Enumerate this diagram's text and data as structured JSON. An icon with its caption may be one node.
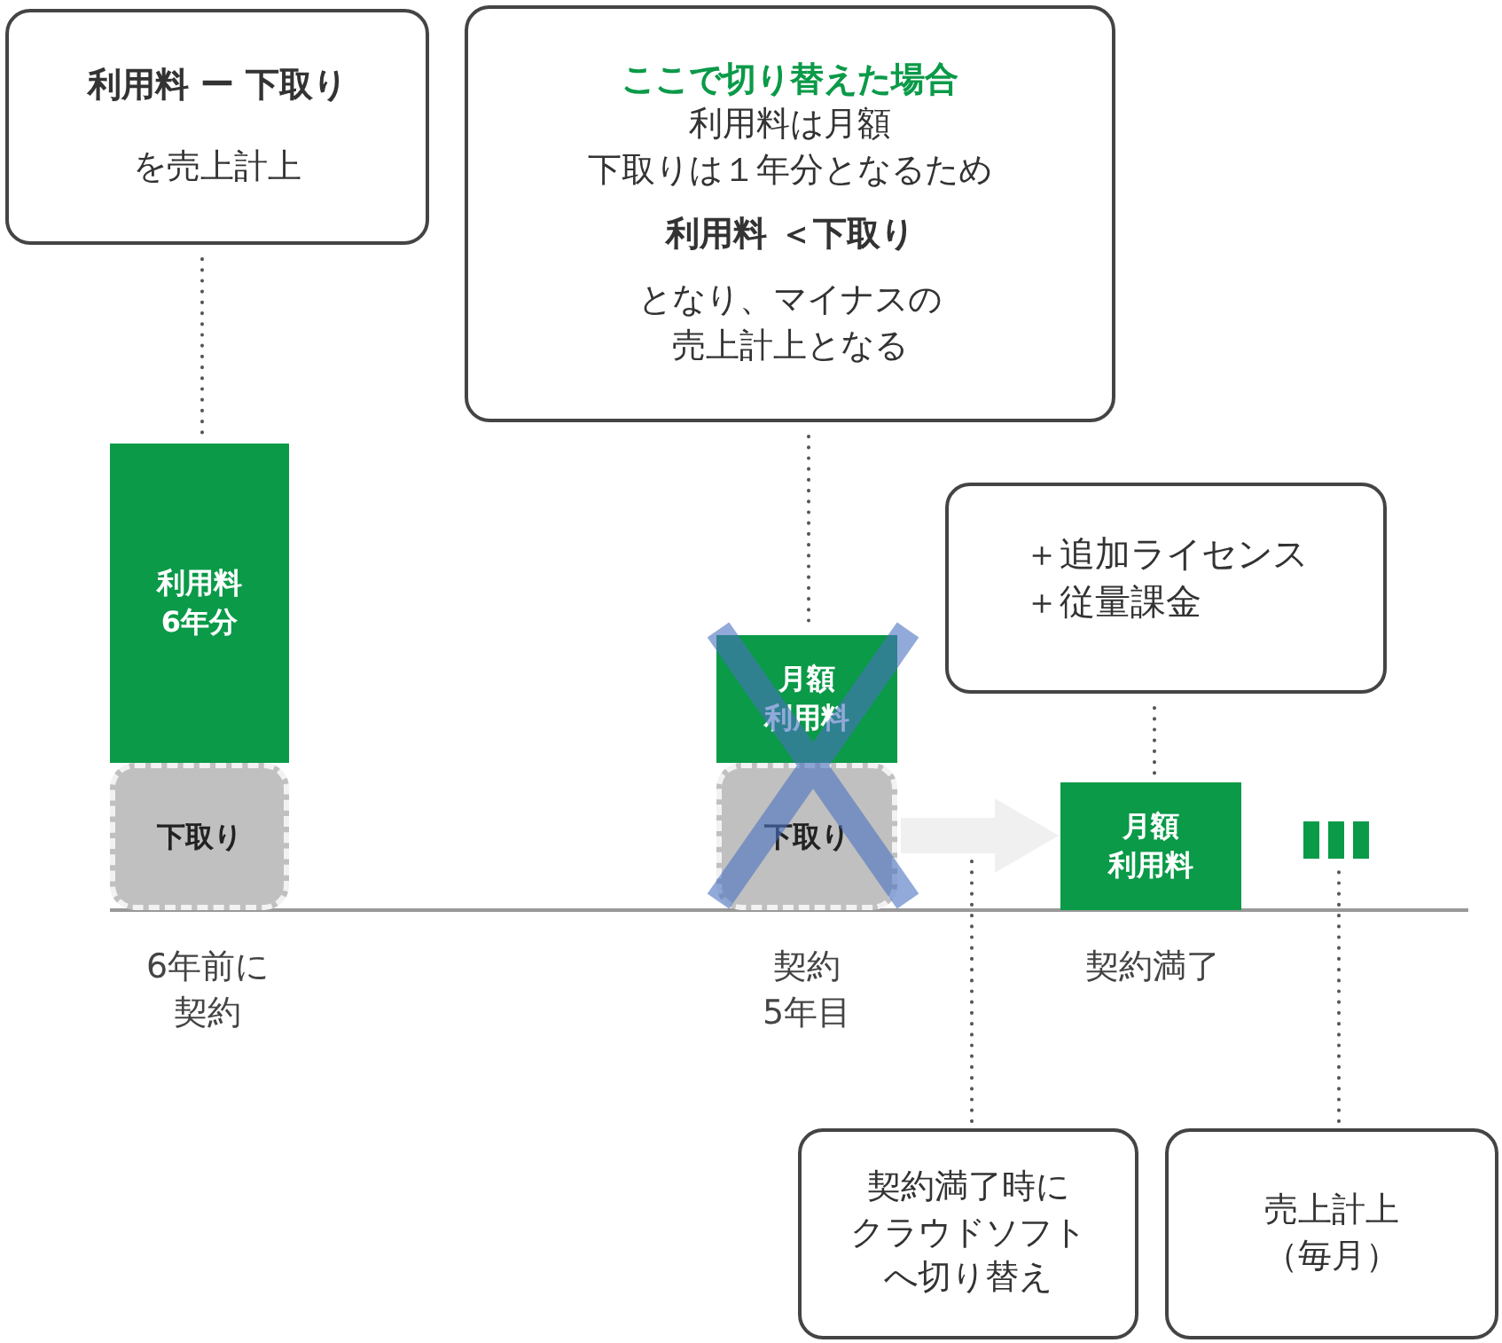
{
  "diagram": {
    "nodes": [
      {
        "text": [
          "利用料 ー 下取り",
          "を売上計上"
        ]
      },
      {
        "text": [
          "ここで切り替えた場合",
          "利用料は月額下取りは１年分となるため",
          "利用料 ＜下取り",
          "となり、マイナスの売上計上となる"
        ]
      },
      {
        "text": [
          "利用料6年分"
        ]
      },
      {
        "text": [
          "下取り"
        ]
      },
      {
        "text": [
          "月額利用料"
        ]
      },
      {
        "text": [
          "下取り"
        ]
      },
      {
        "text": [
          "＋追加ライセンス＋従量課金"
        ]
      },
      {
        "text": [
          "月額利用料"
        ]
      },
      {
        "text": [],
        "shape": "bar"
      },
      {
        "text": [
          "契約満了時にクラウドソフトへ切り替え"
        ]
      },
      {
        "text": [
          "売上計上（毎月）"
        ]
      }
    ],
    "edges": [
      {
        "from": 0,
        "to": 2,
        "arrow": "none",
        "style": "dashed"
      },
      {
        "from": 1,
        "to": 4,
        "arrow": "none",
        "style": "dashed"
      },
      {
        "from": 6,
        "to": 7,
        "arrow": "none",
        "style": "dashed"
      },
      {
        "from": 9,
        "to": null,
        "arrow": "none",
        "style": "dashed"
      },
      {
        "from": 10,
        "to": 8,
        "arrow": "none",
        "style": "dashed"
      },
      {
        "from": 5,
        "to": 7,
        "arrow": "to",
        "style": "thick",
        "color": "#f0f0f0"
      }
    ],
    "labels": [
      "6年前に契約",
      "契約5年目",
      "契約満了"
    ]
  }
}
